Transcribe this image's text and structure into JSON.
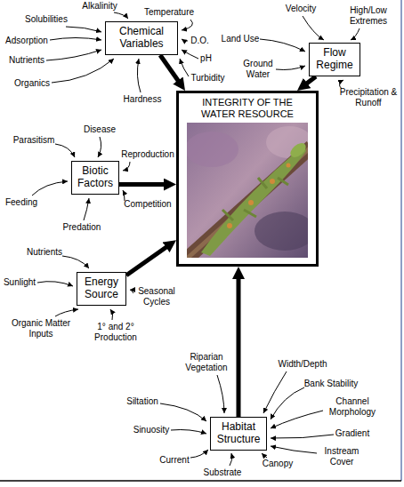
{
  "diagram": {
    "nodes": [
      {
        "text": [
          "Chemical Variables"
        ]
      },
      {
        "text": [
          "Flow Regime"
        ]
      },
      {
        "text": [
          "INTEGRITY OF THE WATER RESOURCE"
        ]
      },
      {
        "text": [
          "Biotic Factors"
        ]
      },
      {
        "text": [
          "Energy Source"
        ]
      },
      {
        "text": [
          "Habitat Structure"
        ]
      }
    ],
    "edges": [
      {
        "from": 0,
        "to": 2,
        "arrow": "to"
      },
      {
        "from": 1,
        "to": 2,
        "arrow": "to"
      },
      {
        "from": 3,
        "to": 2,
        "arrow": "to"
      },
      {
        "from": 4,
        "to": 2,
        "arrow": "to"
      },
      {
        "from": 5,
        "to": 2,
        "arrow": "to"
      }
    ],
    "labels": [
      "Alkalinity",
      "Velocity",
      "Solubilities",
      "Temperature",
      "High/Low Extremes",
      "Adsorption",
      "D.O.",
      "Land Use",
      "pH",
      "Nutrients",
      "Ground Water",
      "Turbidity",
      "Precipitation & Runoff",
      "Organics",
      "Hardness",
      "Disease",
      "Parasitism",
      "Reproduction",
      "Competition",
      "Feeding",
      "Predation",
      "Nutrients",
      "Sunlight",
      "Seasonal Cycles",
      "Organic Matter Inputs",
      "1° and 2° Production",
      "Riparian Vegetation",
      "Width/Depth",
      "Bank Stability",
      "Channel Morphology",
      "Siltation",
      "Sinuosity",
      "Gradient",
      "Instream Cover",
      "Current",
      "Canopy",
      "Substrate"
    ]
  }
}
